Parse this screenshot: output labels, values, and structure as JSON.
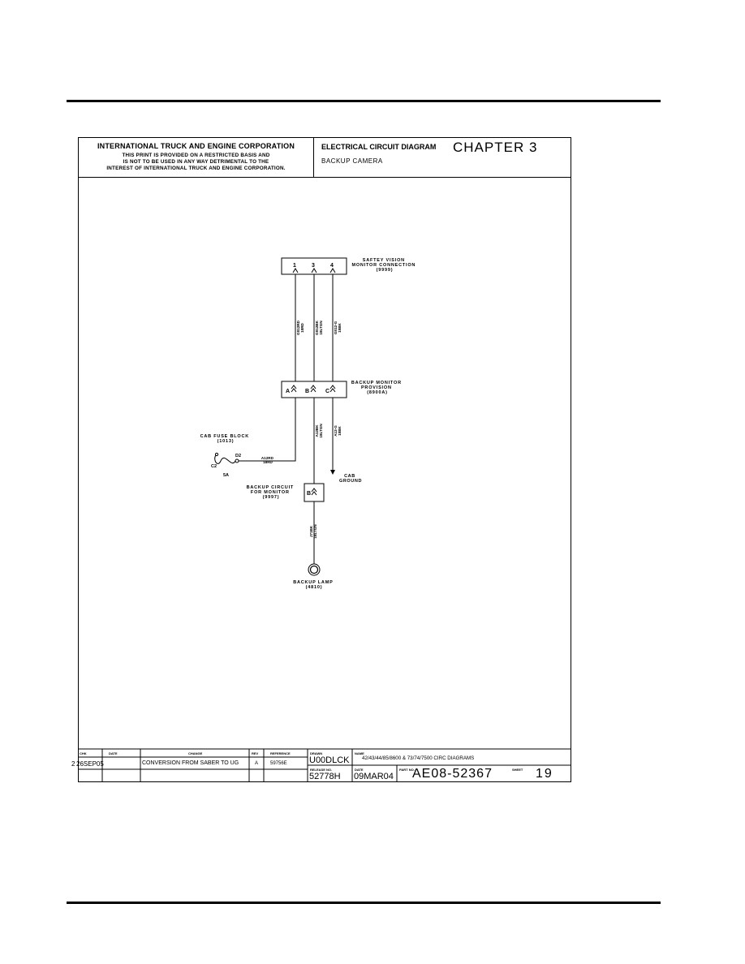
{
  "header": {
    "company": "INTERNATIONAL TRUCK AND ENGINE CORPORATION",
    "restriction_lines": [
      "THIS PRINT IS PROVIDED ON A RESTRICTED BASIS AND",
      "IS NOT TO BE USED IN ANY WAY DETRIMENTAL TO THE",
      "INTEREST OF INTERNATIONAL TRUCK AND ENGINE CORPORATION."
    ],
    "doc_type": "ELECTRICAL CIRCUIT DIAGRAM",
    "chapter": "CHAPTER 3",
    "subject": "BACKUP CAMERA"
  },
  "diagram": {
    "monitor_connection": {
      "label_lines": [
        "SAFTEY VISION",
        "MONITOR CONNECTION",
        "(9999)"
      ],
      "pins": [
        "1",
        "3",
        "4"
      ]
    },
    "backup_monitor_provision": {
      "label_lines": [
        "BACKUP MONITOR",
        "PROVISION",
        "(8900A)"
      ],
      "pins": [
        "A",
        "B",
        "C"
      ]
    },
    "upper_wires": [
      {
        "id": "G812RD",
        "gauge": "18RD"
      },
      {
        "id": "G812BK",
        "gauge": "18LTGN"
      },
      {
        "id": "G812-G",
        "gauge": "18BK"
      }
    ],
    "lower_wires": [
      {
        "id": "A12BK",
        "gauge": "18LTGN"
      },
      {
        "id": "A12-G",
        "gauge": "18BK"
      }
    ],
    "fuse_block": {
      "label_lines": [
        "CAB FUSE BLOCK",
        "(1013)"
      ],
      "terminal_in": "D2",
      "terminal_out": "C2",
      "rating": "5A"
    },
    "fuse_wire": {
      "id": "A12RD",
      "gauge": "18RD"
    },
    "cab_ground": {
      "label_lines": [
        "CAB",
        "GROUND"
      ]
    },
    "backup_circuit": {
      "label_lines": [
        "BACKUP CIRCUIT",
        "FOR MONITOR",
        "(9997)"
      ],
      "pin": "B"
    },
    "lamp_wire": {
      "id": "J71BK",
      "gauge": "18LTGN"
    },
    "backup_lamp": {
      "label_lines": [
        "BACKUP LAMP",
        "(4810)"
      ]
    }
  },
  "title_block": {
    "col_headers": {
      "chk": "CHK",
      "date": "DATE",
      "change": "CHANGE",
      "rev": "REV",
      "reference": "REFERENCE"
    },
    "revision_row": {
      "chk": "2",
      "date": "26SEP05",
      "change": "CONVERSION FROM SABER TO UG",
      "rev": "A",
      "reference": "59756E"
    },
    "drawn_label": "DRAWN",
    "drawn_value": "U00DLCK",
    "name_label": "NAME",
    "name_value": "42/43/44/85/8600 & 73/74/7500 CIRC DIAGRAMS",
    "release_label": "RELEASE NO.",
    "release_value": "52778H",
    "date_label": "DATE",
    "date_value": "09MAR04",
    "part_label": "PART NO.",
    "part_value": "AE08-52367",
    "sheet_label": "SHEET",
    "sheet_value": "19"
  }
}
